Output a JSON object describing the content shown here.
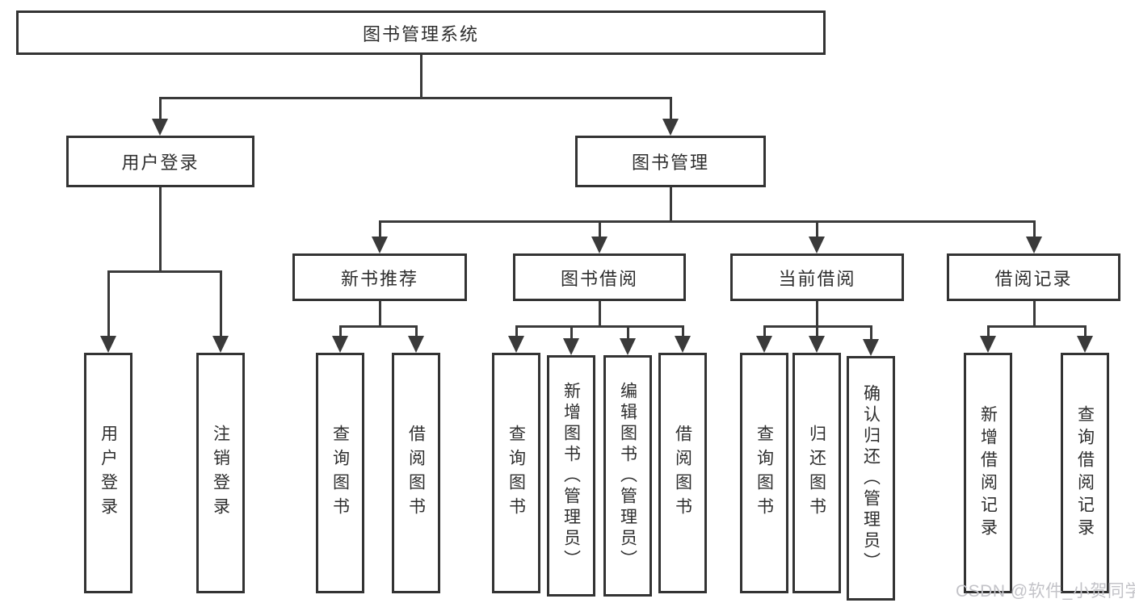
{
  "tree": {
    "root": "图书管理系统",
    "user_login": {
      "label": "用户登录",
      "children": [
        "用户登录",
        "注销登录"
      ]
    },
    "book_management": {
      "label": "图书管理",
      "sections": [
        {
          "label": "新书推荐",
          "children": [
            "查询图书",
            "借阅图书"
          ]
        },
        {
          "label": "图书借阅",
          "children": [
            "查询图书",
            "新增图书（管理员）",
            "编辑图书（管理员）",
            "借阅图书"
          ]
        },
        {
          "label": "当前借阅",
          "children": [
            "查询图书",
            "归还图书",
            "确认归还（管理员）"
          ]
        },
        {
          "label": "借阅记录",
          "children": [
            "新增借阅记录",
            "查询借阅记录"
          ]
        }
      ]
    }
  },
  "watermark": "CSDN @软件_小贺同学",
  "colors": {
    "line": "#3a3a3a",
    "box_border": "#333333",
    "text": "#2e2e2e",
    "watermark": "#c3c3c8",
    "background": "#ffffff"
  }
}
